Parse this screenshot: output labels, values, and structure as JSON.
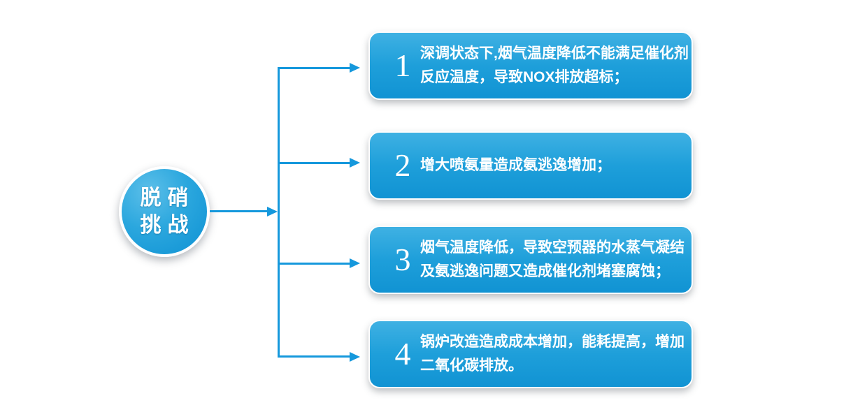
{
  "diagram": {
    "center_node": {
      "label_line1": "脱硝",
      "label_line2": "挑战"
    },
    "items": [
      {
        "number": "1",
        "lines": {
          "l1": "深调状态下,烟气温度降低不能满足催化剂",
          "l2": "反应温度，导致NOX排放超标；"
        }
      },
      {
        "number": "2",
        "lines": {
          "l1": "增大喷氨量造成氨逃逸增加；"
        }
      },
      {
        "number": "3",
        "lines": {
          "l1": "烟气温度降低，导致空预器的水蒸气凝结",
          "l2": "及氨逃逸问题又造成催化剂堵塞腐蚀；"
        }
      },
      {
        "number": "4",
        "lines": {
          "l1": "锅炉改造造成成本增加，能耗提高，增加",
          "l2": "二氧化碳排放。"
        }
      }
    ],
    "colors": {
      "accent_blue": "#1598dc",
      "box_gradient_top": "#3fb1e3",
      "box_gradient_bottom": "#1193d3",
      "text_color": "#ffffff"
    }
  }
}
